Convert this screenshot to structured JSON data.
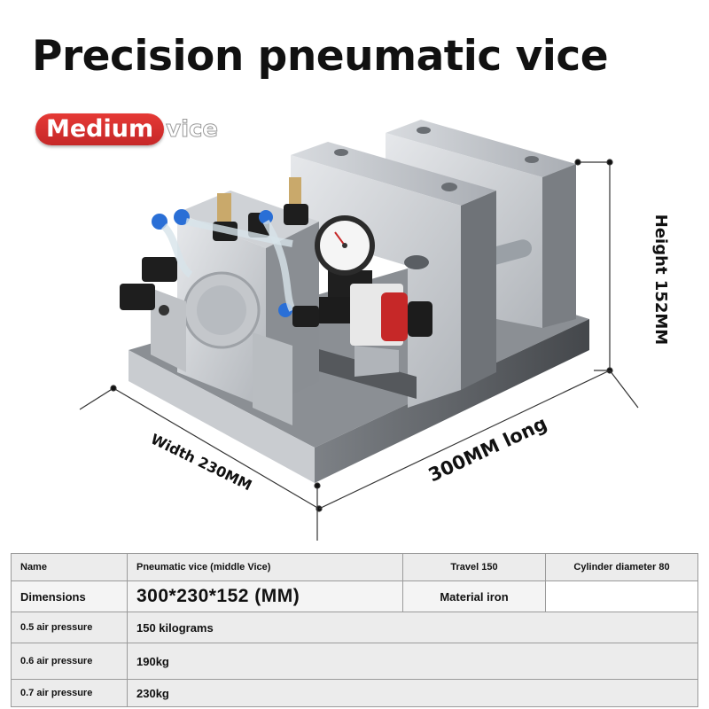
{
  "title": "Precision pneumatic vice",
  "badge": {
    "highlight": "Medium",
    "rest": "vice"
  },
  "dimensions": {
    "height": "Height 152MM",
    "width": "Width 230MM",
    "length": "300MM long"
  },
  "specs": {
    "row1": {
      "label": "Name",
      "value": "Pneumatic vice (middle Vice)",
      "travel": "Travel 150",
      "cylinder": "Cylinder diameter 80"
    },
    "row2": {
      "label": "Dimensions",
      "value": "300*230*152 (MM)",
      "material": "Material iron"
    },
    "row3": {
      "label": "0.5 air pressure",
      "value": "150 kilograms"
    },
    "row4": {
      "label": "0.6 air pressure",
      "value": "190kg"
    },
    "row5": {
      "label": "0.7 air pressure",
      "value": "230kg"
    }
  },
  "colors": {
    "badge": "#d32f2f",
    "metal": "#b8bcc2",
    "base": "#5a5d62"
  }
}
